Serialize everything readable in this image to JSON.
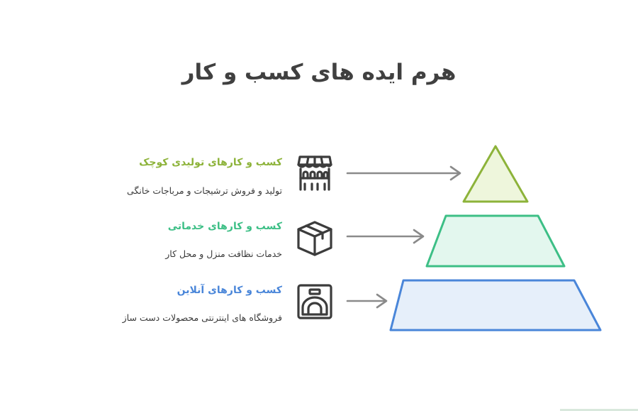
{
  "title": "هرم ایده های کسب و کار",
  "colors": {
    "green_light": "#8db33a",
    "green_teal": "#3dbf86",
    "blue": "#4a86d9",
    "green_light_fill": "#eef6dc",
    "green_teal_fill": "#e3f7ee",
    "blue_fill": "#e6effa",
    "text_dark": "#404040",
    "arrow_gray": "#8a8a8a"
  },
  "rows": [
    {
      "title": "کسب و کارهای تولیدی کوچک",
      "description": "تولید و فروش ترشیجات و مرباجات خانگی",
      "icon": "market-stall-icon"
    },
    {
      "title": "کسب و کارهای خدماتی",
      "description": "خدمات نظافت منزل و محل کار",
      "icon": "box-icon"
    },
    {
      "title": "کسب و کارهای آنلاین",
      "description": "فروشگاه های اینترنتی محصولات دست ساز",
      "icon": "oven-icon"
    }
  ]
}
